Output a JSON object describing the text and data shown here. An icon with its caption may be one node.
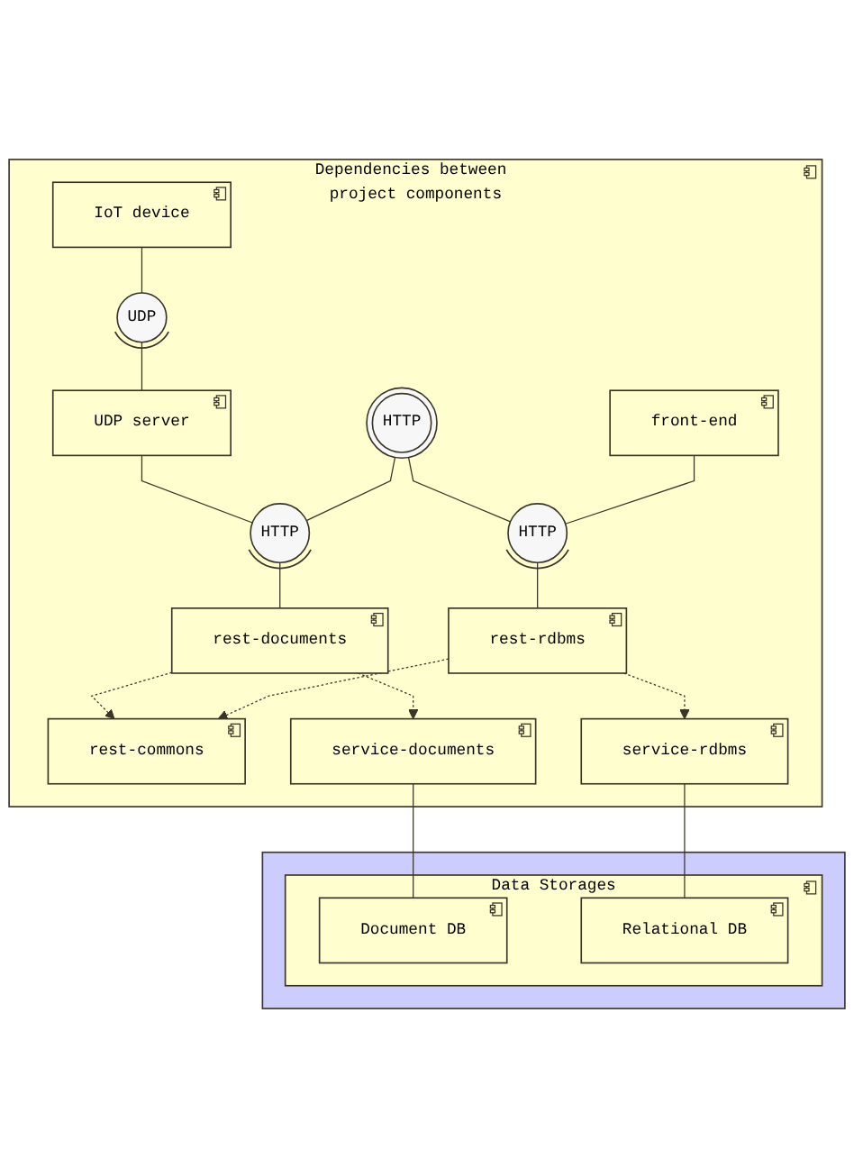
{
  "diagram": {
    "nodes": [
      {
        "text": [
          "Dependencies between project components"
        ]
      },
      {
        "text": [
          "IoT device"
        ],
        "in": 0
      },
      {
        "text": [
          "UDP"
        ],
        "in": 0
      },
      {
        "text": [
          "UDP server"
        ],
        "in": 0
      },
      {
        "text": [
          "front-end"
        ],
        "in": 0
      },
      {
        "text": [
          "HTTP"
        ],
        "in": 0
      },
      {
        "text": [
          "HTTP"
        ],
        "in": 0
      },
      {
        "text": [
          "HTTP"
        ],
        "in": 0
      },
      {
        "text": [
          "rest-documents"
        ],
        "in": 0
      },
      {
        "text": [
          "rest-commons"
        ],
        "in": 0
      },
      {
        "text": [
          "rest-rdbms"
        ],
        "in": 0
      },
      {
        "text": [
          "service-documents"
        ],
        "in": 0
      },
      {
        "text": [
          "service-rdbms"
        ],
        "in": 0
      },
      {
        "text": [],
        "shape": "box"
      },
      {
        "text": [
          "Data Storages"
        ],
        "in": 13
      },
      {
        "text": [
          "Document DB"
        ],
        "in": 14
      },
      {
        "text": [
          "Relational DB"
        ],
        "in": 14
      }
    ],
    "edges": [
      {
        "from": 1,
        "to": 2,
        "arrow": "none"
      },
      {
        "from": 2,
        "to": 3,
        "arrow": "other"
      },
      {
        "from": 3,
        "to": 5,
        "arrow": "none"
      },
      {
        "from": 5,
        "to": 8,
        "arrow": "other"
      },
      {
        "from": 6,
        "to": 5,
        "arrow": "none"
      },
      {
        "from": 6,
        "to": 7,
        "arrow": "none"
      },
      {
        "from": 4,
        "to": 7,
        "arrow": "none"
      },
      {
        "from": 7,
        "to": 10,
        "arrow": "other"
      },
      {
        "from": 8,
        "to": 9,
        "arrow": "to",
        "style": "dashed"
      },
      {
        "from": 10,
        "to": 9,
        "arrow": "to",
        "style": "dashed"
      },
      {
        "from": 8,
        "to": 11,
        "arrow": "to",
        "style": "dashed"
      },
      {
        "from": 10,
        "to": 12,
        "arrow": "to",
        "style": "dashed"
      },
      {
        "from": 11,
        "to": 15,
        "arrow": "none"
      },
      {
        "from": 12,
        "to": 16,
        "arrow": "none"
      }
    ]
  }
}
